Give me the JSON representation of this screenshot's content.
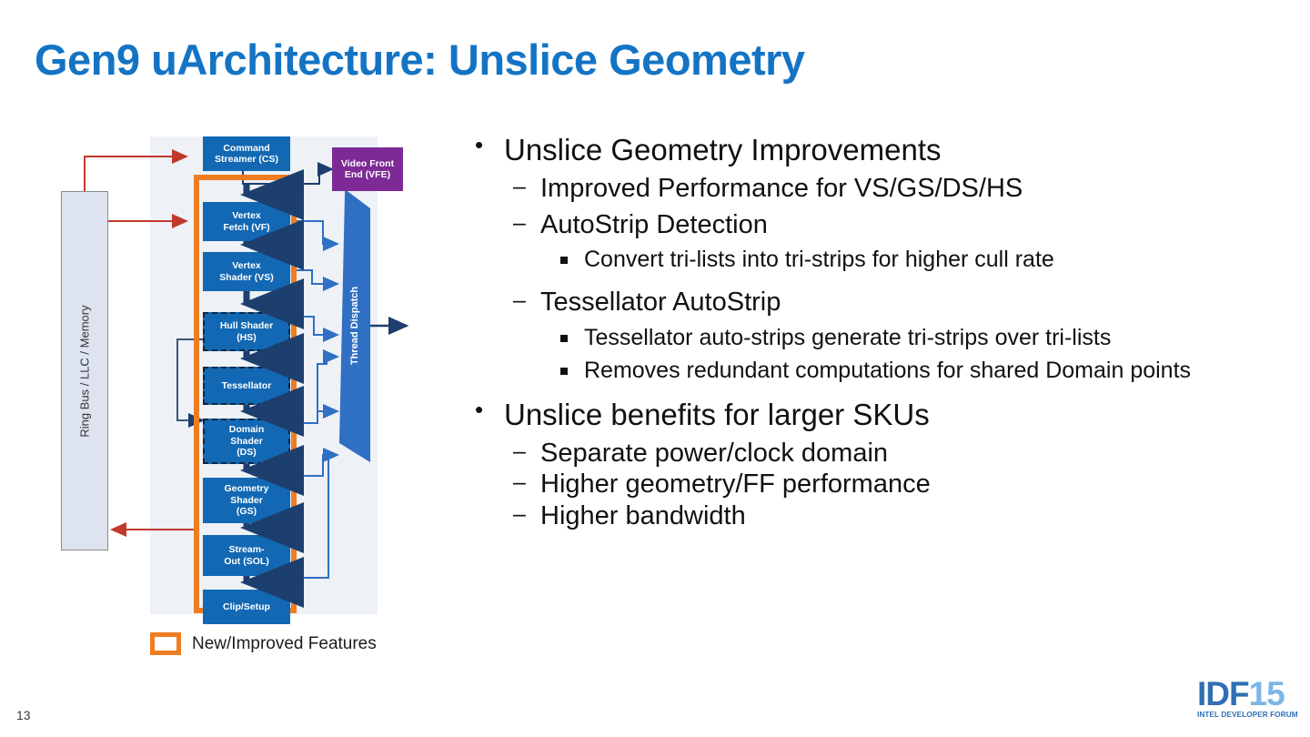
{
  "slide": {
    "title": "Gen9 uArchitecture: Unslice Geometry",
    "page_number": "13",
    "title_color": "#1474c4"
  },
  "diagram": {
    "ring_bus_label": "Ring Bus / LLC / Memory",
    "thread_dispatch_label": "Thread Dispatch",
    "video_front_end_label": "Video Front\nEnd (VFE)",
    "video_front_end_line1": "Video Front",
    "video_front_end_line2": "End (VFE)",
    "highlight_color": "#ee7d22",
    "block_color": "#1268b3",
    "vfe_color": "#7d2a96",
    "blocks": [
      {
        "id": "command-streamer",
        "line1": "Command",
        "line2": "Streamer (CS)",
        "line3": "",
        "dashed": false
      },
      {
        "id": "vertex-fetch",
        "line1": "Vertex",
        "line2": "Fetch (VF)",
        "line3": "",
        "dashed": false
      },
      {
        "id": "vertex-shader",
        "line1": "Vertex",
        "line2": "Shader (VS)",
        "line3": "",
        "dashed": false
      },
      {
        "id": "hull-shader",
        "line1": "Hull Shader",
        "line2": "(HS)",
        "line3": "",
        "dashed": true
      },
      {
        "id": "tessellator",
        "line1": "Tessellator",
        "line2": "",
        "line3": "",
        "dashed": true
      },
      {
        "id": "domain-shader",
        "line1": "Domain",
        "line2": "Shader",
        "line3": "(DS)",
        "dashed": true
      },
      {
        "id": "geometry-shader",
        "line1": "Geometry",
        "line2": "Shader",
        "line3": "(GS)",
        "dashed": false
      },
      {
        "id": "stream-out",
        "line1": "Stream-",
        "line2": "Out (SOL)",
        "line3": "",
        "dashed": false
      },
      {
        "id": "clip-setup",
        "line1": "Clip/Setup",
        "line2": "",
        "line3": "",
        "dashed": false
      }
    ],
    "legend": {
      "label": "New/Improved Features"
    }
  },
  "content": {
    "bullets": [
      {
        "level": 1,
        "text": "Unslice Geometry Improvements"
      },
      {
        "level": 2,
        "text": "Improved Performance for VS/GS/DS/HS"
      },
      {
        "level": 2,
        "text": "AutoStrip Detection"
      },
      {
        "level": 3,
        "text": "Convert tri-lists into tri-strips for higher cull rate"
      },
      {
        "level": 2,
        "text": "Tessellator AutoStrip"
      },
      {
        "level": 3,
        "text": "Tessellator auto-strips generate tri-strips over tri-lists"
      },
      {
        "level": 3,
        "text": "Removes redundant computations for shared Domain points"
      },
      {
        "level": 1,
        "text": "Unslice benefits for larger SKUs"
      },
      {
        "level": 2,
        "text": "Separate power/clock domain"
      },
      {
        "level": 2,
        "text": "Higher geometry/FF performance"
      },
      {
        "level": 2,
        "text": "Higher bandwidth"
      }
    ]
  },
  "footer": {
    "logo_main_dark": "IDF",
    "logo_main_light": "15",
    "logo_sub": "INTEL DEVELOPER FORUM"
  }
}
